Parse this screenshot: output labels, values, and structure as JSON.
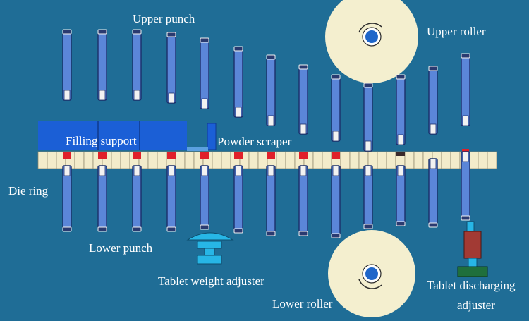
{
  "labels": {
    "upper_punch": "Upper punch",
    "upper_roller": "Upper roller",
    "filling_support": "Filling support",
    "powder_scraper": "Powder scraper",
    "die_ring": "Die ring",
    "lower_punch": "Lower punch",
    "tablet_weight_adjuster": "Tablet weight adjuster",
    "lower_roller": "Lower roller",
    "tablet_discharging_adjuster_line1": "Tablet discharging",
    "tablet_discharging_adjuster_line2": "adjuster"
  },
  "colors": {
    "background": "#1f6d96",
    "punch_body": "#5b86d8",
    "punch_edge": "#1c2f6a",
    "punch_tip": "#f2f2f2",
    "die_cell": "#f3eccb",
    "powder": "#e0202a",
    "roller": "#f4efcf",
    "roller_hub": "#1f66c9",
    "filling_support": "#1b5fd6",
    "adjuster": "#27b6e6",
    "discharge_red": "#a23a34",
    "discharge_green": "#1f6f3c",
    "label_text": "#ffffff"
  },
  "icons": {
    "upper_roller": "roller-wheel",
    "lower_roller": "roller-wheel",
    "tablet_weight_adjuster": "cam-adjuster",
    "tablet_discharging_adjuster": "push-adjuster"
  }
}
